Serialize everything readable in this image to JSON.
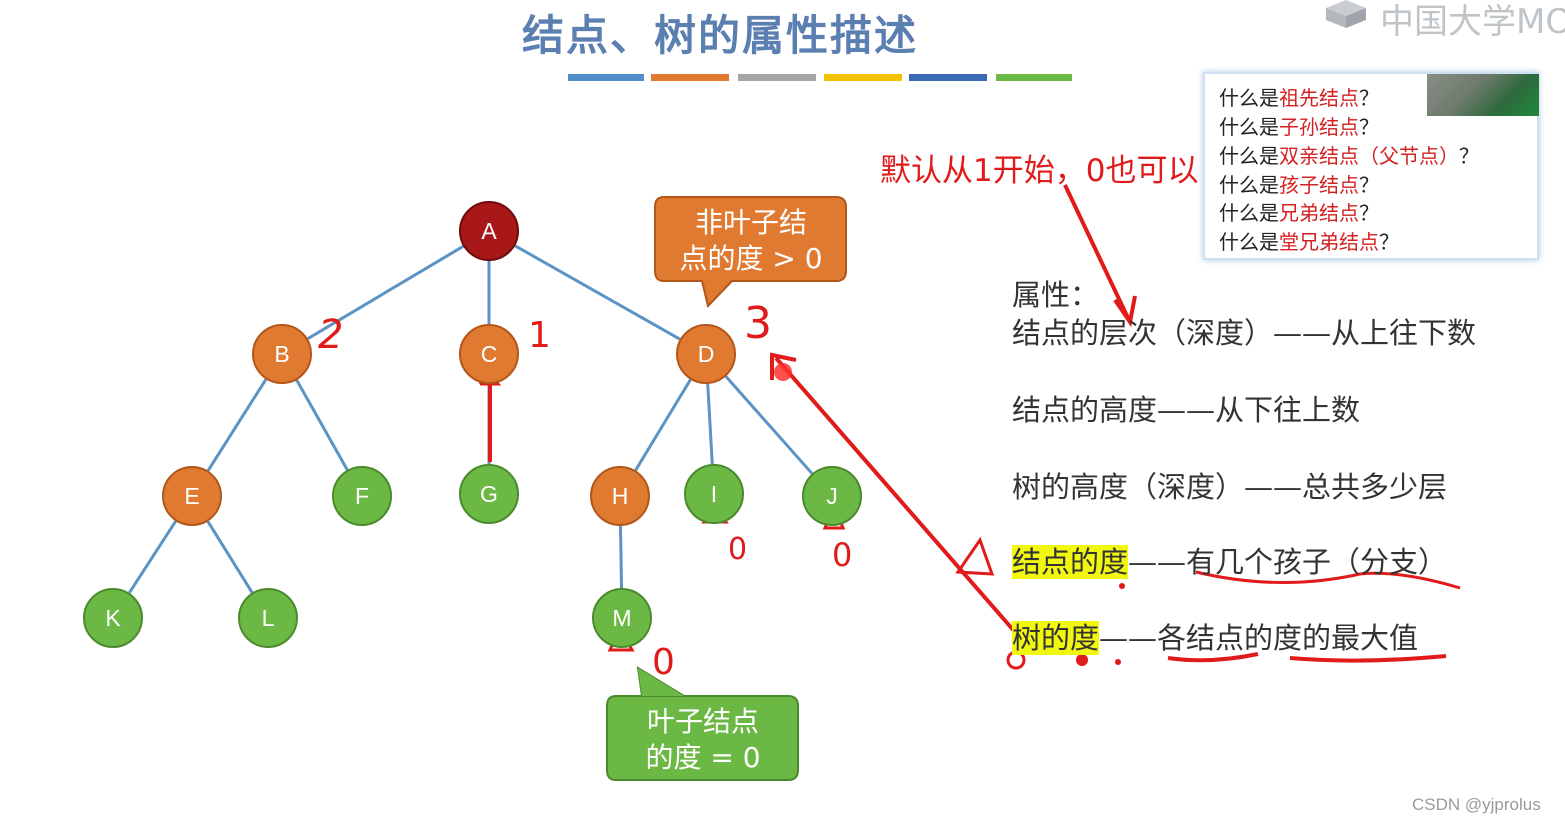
{
  "slide": {
    "title": "结点、树的属性描述",
    "stripe_colors": [
      "#4f8ec9",
      "#e07a30",
      "#a6a6a6",
      "#f2c200",
      "#3b6bb5",
      "#6cb845"
    ],
    "logo_text": "中国大学MO"
  },
  "tree": {
    "nodes": [
      {
        "id": "A",
        "label": "A",
        "kind": "root"
      },
      {
        "id": "B",
        "label": "B",
        "kind": "internal"
      },
      {
        "id": "C",
        "label": "C",
        "kind": "internal"
      },
      {
        "id": "D",
        "label": "D",
        "kind": "internal"
      },
      {
        "id": "E",
        "label": "E",
        "kind": "internal"
      },
      {
        "id": "F",
        "label": "F",
        "kind": "leaf"
      },
      {
        "id": "G",
        "label": "G",
        "kind": "leaf"
      },
      {
        "id": "H",
        "label": "H",
        "kind": "internal"
      },
      {
        "id": "I",
        "label": "I",
        "kind": "leaf"
      },
      {
        "id": "J",
        "label": "J",
        "kind": "leaf"
      },
      {
        "id": "K",
        "label": "K",
        "kind": "leaf"
      },
      {
        "id": "L",
        "label": "L",
        "kind": "leaf"
      },
      {
        "id": "M",
        "label": "M",
        "kind": "leaf"
      }
    ],
    "edges": [
      [
        "A",
        "B"
      ],
      [
        "A",
        "C"
      ],
      [
        "A",
        "D"
      ],
      [
        "B",
        "E"
      ],
      [
        "B",
        "F"
      ],
      [
        "C",
        "G"
      ],
      [
        "D",
        "H"
      ],
      [
        "D",
        "I"
      ],
      [
        "D",
        "J"
      ],
      [
        "E",
        "K"
      ],
      [
        "E",
        "L"
      ],
      [
        "H",
        "M"
      ]
    ],
    "colors": {
      "root": "#a81818",
      "internal": "#e07a30",
      "leaf": "#6cb845",
      "edge": "#5b93c4"
    }
  },
  "callouts": {
    "nonleaf": {
      "line1": "非叶子结",
      "line2": "点的度 > 0",
      "color": "#e07a30"
    },
    "leaf": {
      "line1": "叶子结点",
      "line2": "的度 = 0",
      "color": "#6cb845"
    }
  },
  "annotations": {
    "default_note": "默认从1开始，0也可以",
    "degree_B": "2",
    "degree_C": "1",
    "degree_D": "3",
    "degree_I": "0",
    "degree_J": "0",
    "degree_M": "0"
  },
  "questions": {
    "prefix": "什么是",
    "items": [
      {
        "term": "祖先结点",
        "suffix": "？"
      },
      {
        "term": "子孙结点",
        "suffix": "？"
      },
      {
        "term": "双亲结点（父节点）",
        "suffix": "？"
      },
      {
        "term": "孩子结点",
        "suffix": "？"
      },
      {
        "term": "兄弟结点",
        "suffix": "？"
      },
      {
        "term": "堂兄弟结点",
        "suffix": "？"
      }
    ]
  },
  "properties": {
    "heading": "属性：",
    "level": "结点的层次（深度）——从上往下数",
    "node_height": "结点的高度——从下往上数",
    "tree_height": "树的高度（深度）——总共多少层",
    "node_degree_term": "结点的度",
    "node_degree_desc": "——有几个孩子（分支）",
    "tree_degree_term": "树的度",
    "tree_degree_desc": "——各结点的度的最大值"
  },
  "credit": "CSDN @yjprolus"
}
